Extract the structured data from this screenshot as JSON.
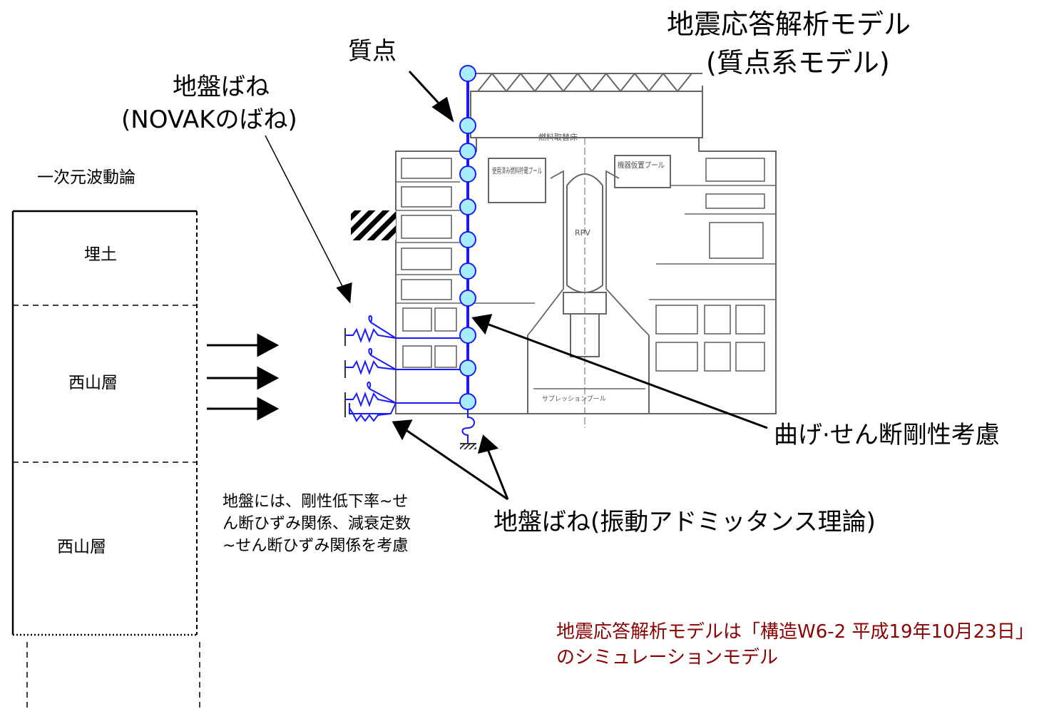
{
  "title": {
    "line1": "地震応答解析モデル",
    "line2": "(質点系モデル)"
  },
  "labels": {
    "mass_point": "質点",
    "ground_spring": "地盤ばね",
    "novak_spring": "(NOVAKのばね)",
    "one_dim_wave": "一次元波動論",
    "bending_shear": "曲げ·せん断剛性考慮",
    "admittance_spring": "地盤ばね(振動アドミッタンス理論)"
  },
  "drawing_labels": {
    "fuel_handling_floor": "燃料取替床",
    "spent_fuel_pool": "使用済み燃料貯蔵プール",
    "equipment_pool": "機器仮置プール",
    "rpv": "RPV",
    "suppression_pool": "サプレッションプール"
  },
  "soil_layers": [
    {
      "name": "埋土"
    },
    {
      "name": "西山層"
    },
    {
      "name": "西山層"
    }
  ],
  "note": "地盤には、剛性低下率~せん断ひずみ関係、減衰定数~せん断ひずみ関係を考慮",
  "footnote": "地震応答解析モデルは「構造W6-2 平成19年10月23日」のシミュレーションモデル",
  "colors": {
    "model": "#1a1aff",
    "node_fill": "#a8ecff",
    "footnote": "#8b0000",
    "drawing": "#555555"
  }
}
